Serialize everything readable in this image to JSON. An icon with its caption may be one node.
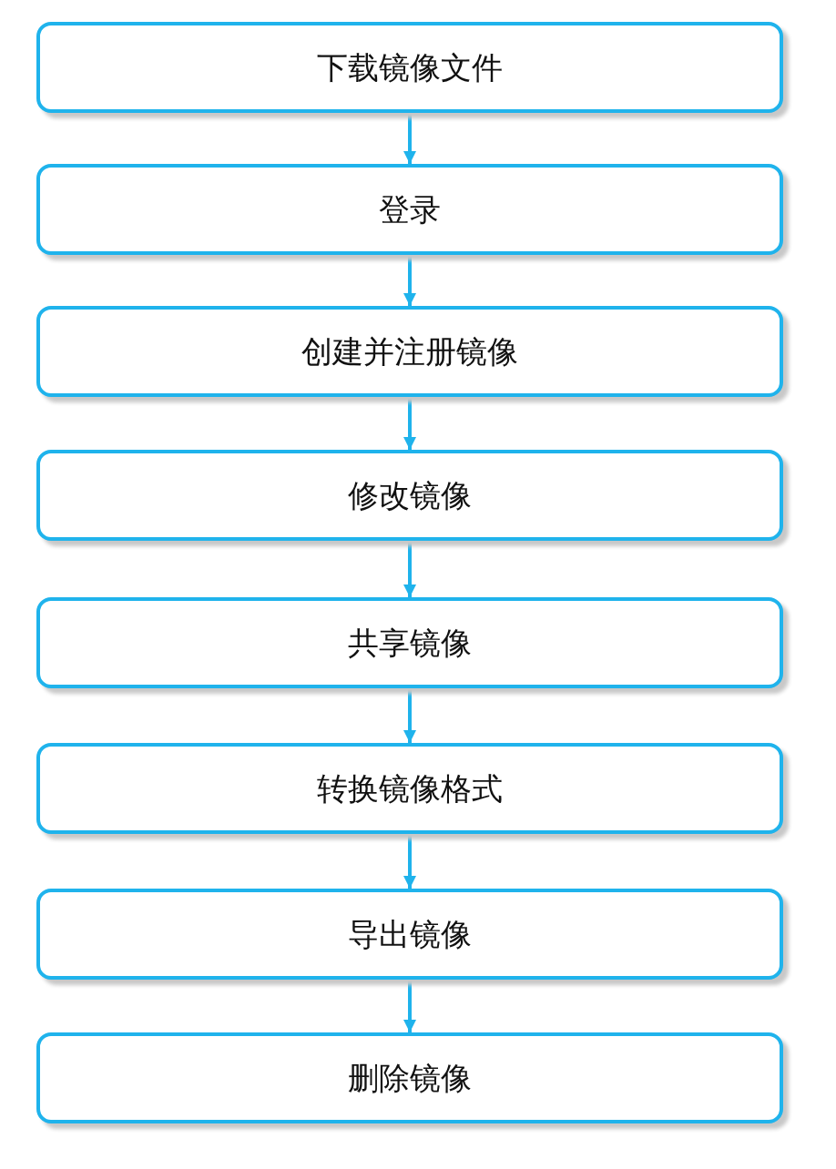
{
  "diagram": {
    "nodes": [
      {
        "text": [
          "下载镜像文件"
        ]
      },
      {
        "text": [
          "登录"
        ]
      },
      {
        "text": [
          "创建并注册镜像"
        ]
      },
      {
        "text": [
          "修改镜像"
        ]
      },
      {
        "text": [
          "共享镜像"
        ]
      },
      {
        "text": [
          "转换镜像格式"
        ]
      },
      {
        "text": [
          "导出镜像"
        ]
      },
      {
        "text": [
          "删除镜像"
        ]
      }
    ],
    "edges": [
      {
        "from": 0,
        "to": 1,
        "arrow": "to"
      },
      {
        "from": 1,
        "to": 2,
        "arrow": "to"
      },
      {
        "from": 2,
        "to": 3,
        "arrow": "to"
      },
      {
        "from": 3,
        "to": 4,
        "arrow": "to"
      },
      {
        "from": 4,
        "to": 5,
        "arrow": "to"
      },
      {
        "from": 5,
        "to": 6,
        "arrow": "to"
      },
      {
        "from": 6,
        "to": 7,
        "arrow": "to"
      }
    ]
  }
}
